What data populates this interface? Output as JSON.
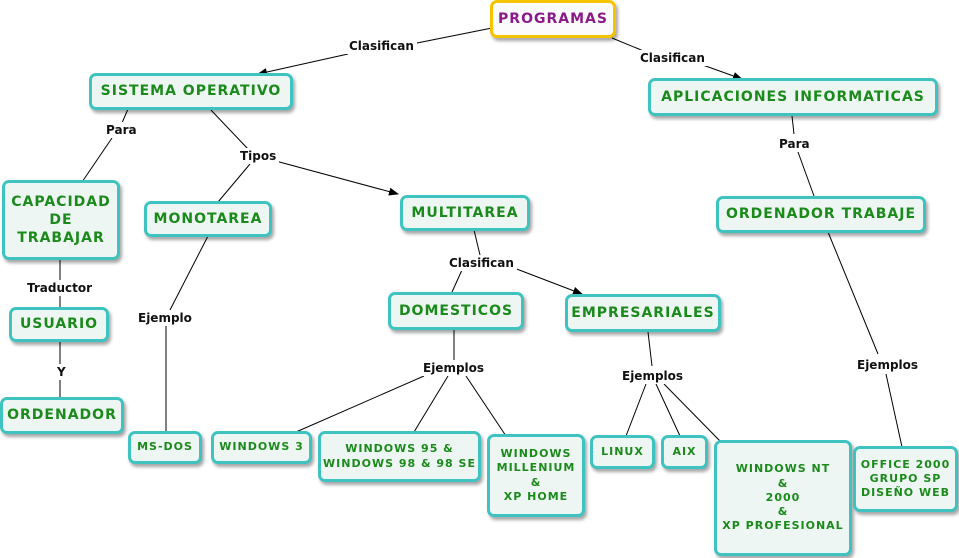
{
  "nodes": {
    "programas": "PROGRAMAS",
    "sistema_operativo": "SISTEMA OPERATIVO",
    "aplicaciones_informaticas": "APLICACIONES INFORMATICAS",
    "capacidad_de_trabajar": "CAPACIDAD\nDE\nTRABAJAR",
    "monotarea": "MONOTAREA",
    "multitarea": "MULTITAREA",
    "ordenador_trabaje": "ORDENADOR TRABAJE",
    "usuario": "USUARIO",
    "ordenador": "ORDENADOR",
    "domesticos": "DOMESTICOS",
    "empresariales": "EMPRESARIALES",
    "ms_dos": "MS-DOS",
    "windows_3": "WINDOWS 3",
    "windows_95_98": "WINDOWS 95 &\nWINDOWS 98 & 98 SE",
    "windows_millenium": "WINDOWS\nMILLENIUM\n&\nXP HOME",
    "linux": "LINUX",
    "aix": "AIX",
    "windows_nt": "WINDOWS NT\n&\n2000\n&\nXP PROFESIONAL",
    "office": "OFFICE 2000\nGRUPO SP\nDISEÑO WEB"
  },
  "links": {
    "clasifican_left": "Clasifican",
    "clasifican_right": "Clasifican",
    "para_left": "Para",
    "para_right": "Para",
    "tipos": "Tipos",
    "traductor": "Traductor",
    "y": "Y",
    "ejemplo": "Ejemplo",
    "clasifican_multi": "Clasifican",
    "ejemplos_domesticos": "Ejemplos",
    "ejemplos_empresariales": "Ejemplos",
    "ejemplos_aplicaciones": "Ejemplos"
  },
  "colors": {
    "node_border": "#3fc3c0",
    "node_fill": "#eef6f4",
    "node_text": "#1a8a1a",
    "root_border": "#f5c400",
    "root_text": "#8a1a8a"
  }
}
